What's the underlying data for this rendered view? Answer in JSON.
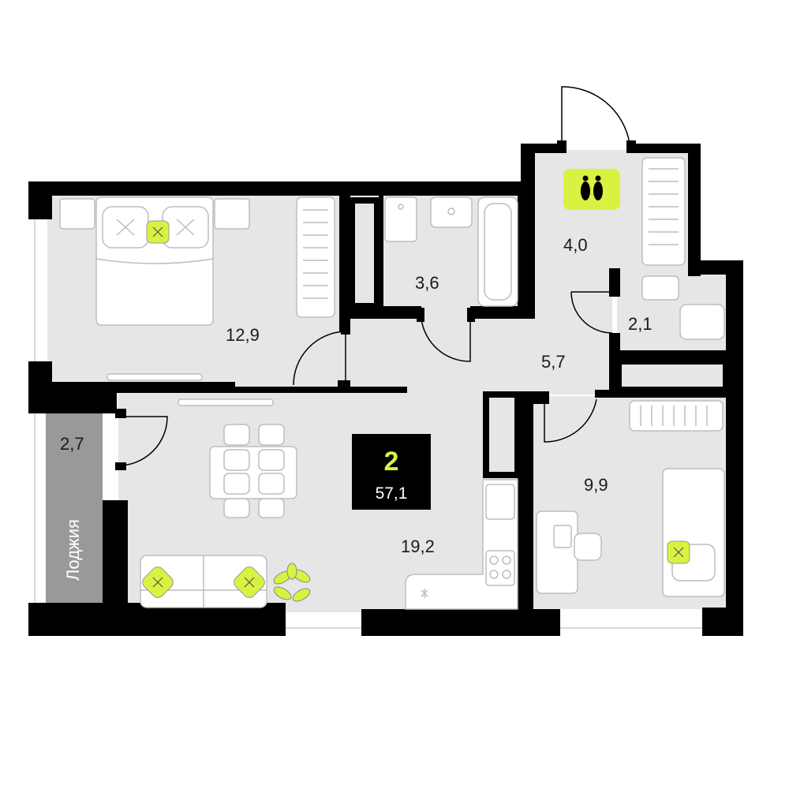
{
  "plan": {
    "rooms_count": "2",
    "total_area": "57,1",
    "loggia_label": "Лоджия",
    "rooms": [
      {
        "name": "bedroom",
        "area": "12,9"
      },
      {
        "name": "bathroom",
        "area": "3,6"
      },
      {
        "name": "entry-hall",
        "area": "4,0"
      },
      {
        "name": "toilet",
        "area": "2,1"
      },
      {
        "name": "corridor",
        "area": "5,7"
      },
      {
        "name": "kitchen-living",
        "area": "19,2"
      },
      {
        "name": "second-bedroom",
        "area": "9,9"
      },
      {
        "name": "loggia",
        "area": "2,7"
      }
    ],
    "colors": {
      "floor": "#e6e6e6",
      "wall": "#000000",
      "loggia": "#999999",
      "accent": "#d9f241",
      "furniture_stroke": "#bdbdbd"
    },
    "icons": [
      "footprints-icon",
      "pillow-icon",
      "plant-icon"
    ]
  }
}
